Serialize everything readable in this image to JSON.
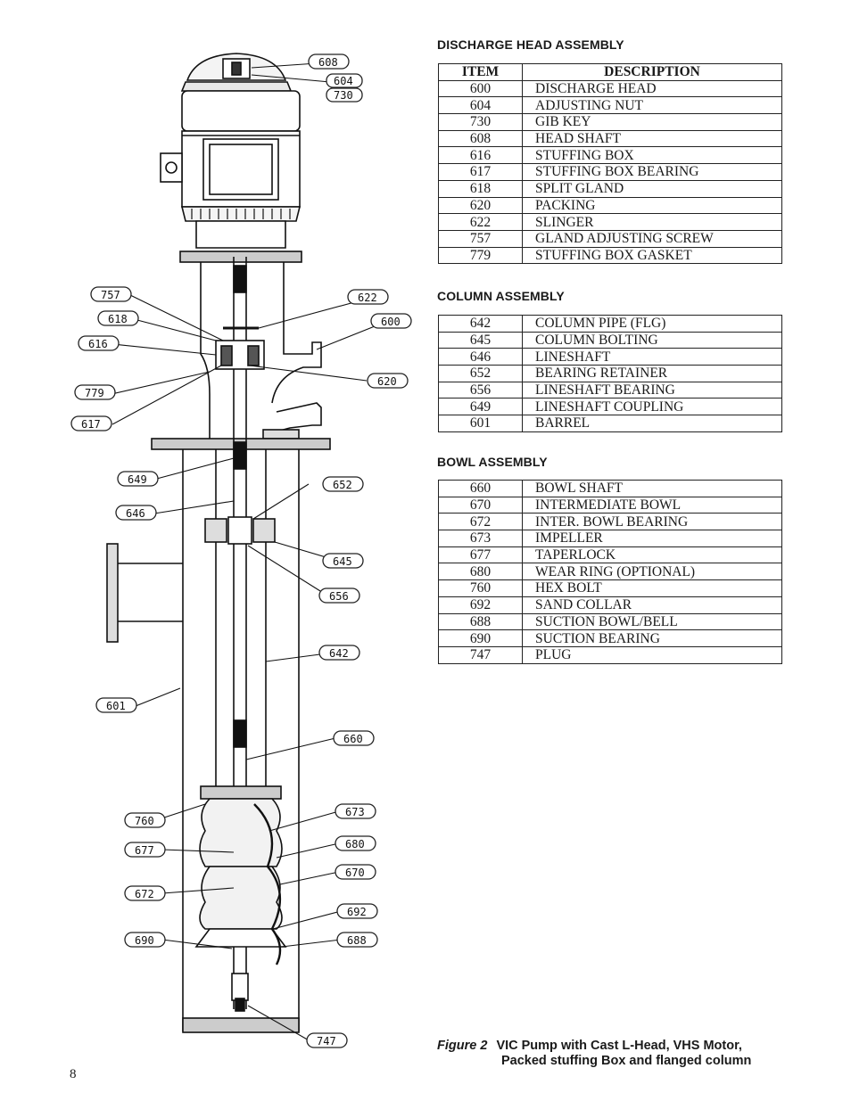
{
  "drawing": {
    "callouts": [
      "608",
      "604",
      "730",
      "757",
      "622",
      "618",
      "600",
      "616",
      "779",
      "620",
      "617",
      "649",
      "652",
      "646",
      "645",
      "656",
      "642",
      "601",
      "660",
      "760",
      "673",
      "677",
      "680",
      "670",
      "672",
      "692",
      "690",
      "688",
      "747"
    ]
  },
  "discharge": {
    "title": "DISCHARGE HEAD ASSEMBLY",
    "header_item": "ITEM",
    "header_desc": "DESCRIPTION",
    "rows": [
      {
        "item": "600",
        "desc": "DISCHARGE HEAD"
      },
      {
        "item": "604",
        "desc": "ADJUSTING NUT"
      },
      {
        "item": "730",
        "desc": "GIB KEY"
      },
      {
        "item": "608",
        "desc": "HEAD SHAFT"
      },
      {
        "item": "616",
        "desc": "STUFFING BOX"
      },
      {
        "item": "617",
        "desc": "STUFFING BOX BEARING"
      },
      {
        "item": "618",
        "desc": "SPLIT GLAND"
      },
      {
        "item": "620",
        "desc": "PACKING"
      },
      {
        "item": "622",
        "desc": "SLINGER"
      },
      {
        "item": "757",
        "desc": "GLAND ADJUSTING SCREW"
      },
      {
        "item": "779",
        "desc": "STUFFING BOX GASKET"
      }
    ]
  },
  "column": {
    "title": "COLUMN ASSEMBLY",
    "rows": [
      {
        "item": "642",
        "desc": "COLUMN PIPE (FLG)"
      },
      {
        "item": "645",
        "desc": "COLUMN BOLTING"
      },
      {
        "item": "646",
        "desc": "LINESHAFT"
      },
      {
        "item": "652",
        "desc": "BEARING RETAINER"
      },
      {
        "item": "656",
        "desc": "LINESHAFT BEARING"
      },
      {
        "item": "649",
        "desc": "LINESHAFT COUPLING"
      },
      {
        "item": "601",
        "desc": "BARREL"
      }
    ]
  },
  "bowl": {
    "title": "BOWL ASSEMBLY",
    "rows": [
      {
        "item": "660",
        "desc": "BOWL SHAFT"
      },
      {
        "item": "670",
        "desc": "INTERMEDIATE BOWL"
      },
      {
        "item": "672",
        "desc": "INTER. BOWL BEARING"
      },
      {
        "item": "673",
        "desc": "IMPELLER"
      },
      {
        "item": "677",
        "desc": "TAPERLOCK"
      },
      {
        "item": "680",
        "desc": "WEAR RING (OPTIONAL)"
      },
      {
        "item": "760",
        "desc": "HEX BOLT"
      },
      {
        "item": "692",
        "desc": "SAND COLLAR"
      },
      {
        "item": "688",
        "desc": "SUCTION BOWL/BELL"
      },
      {
        "item": "690",
        "desc": "SUCTION BEARING"
      },
      {
        "item": "747",
        "desc": "PLUG"
      }
    ]
  },
  "caption": {
    "figure": "Figure 2",
    "line1": "VIC Pump with Cast L-Head, VHS Motor,",
    "line2": "Packed stuffing Box and flanged column"
  },
  "page_number": "8"
}
